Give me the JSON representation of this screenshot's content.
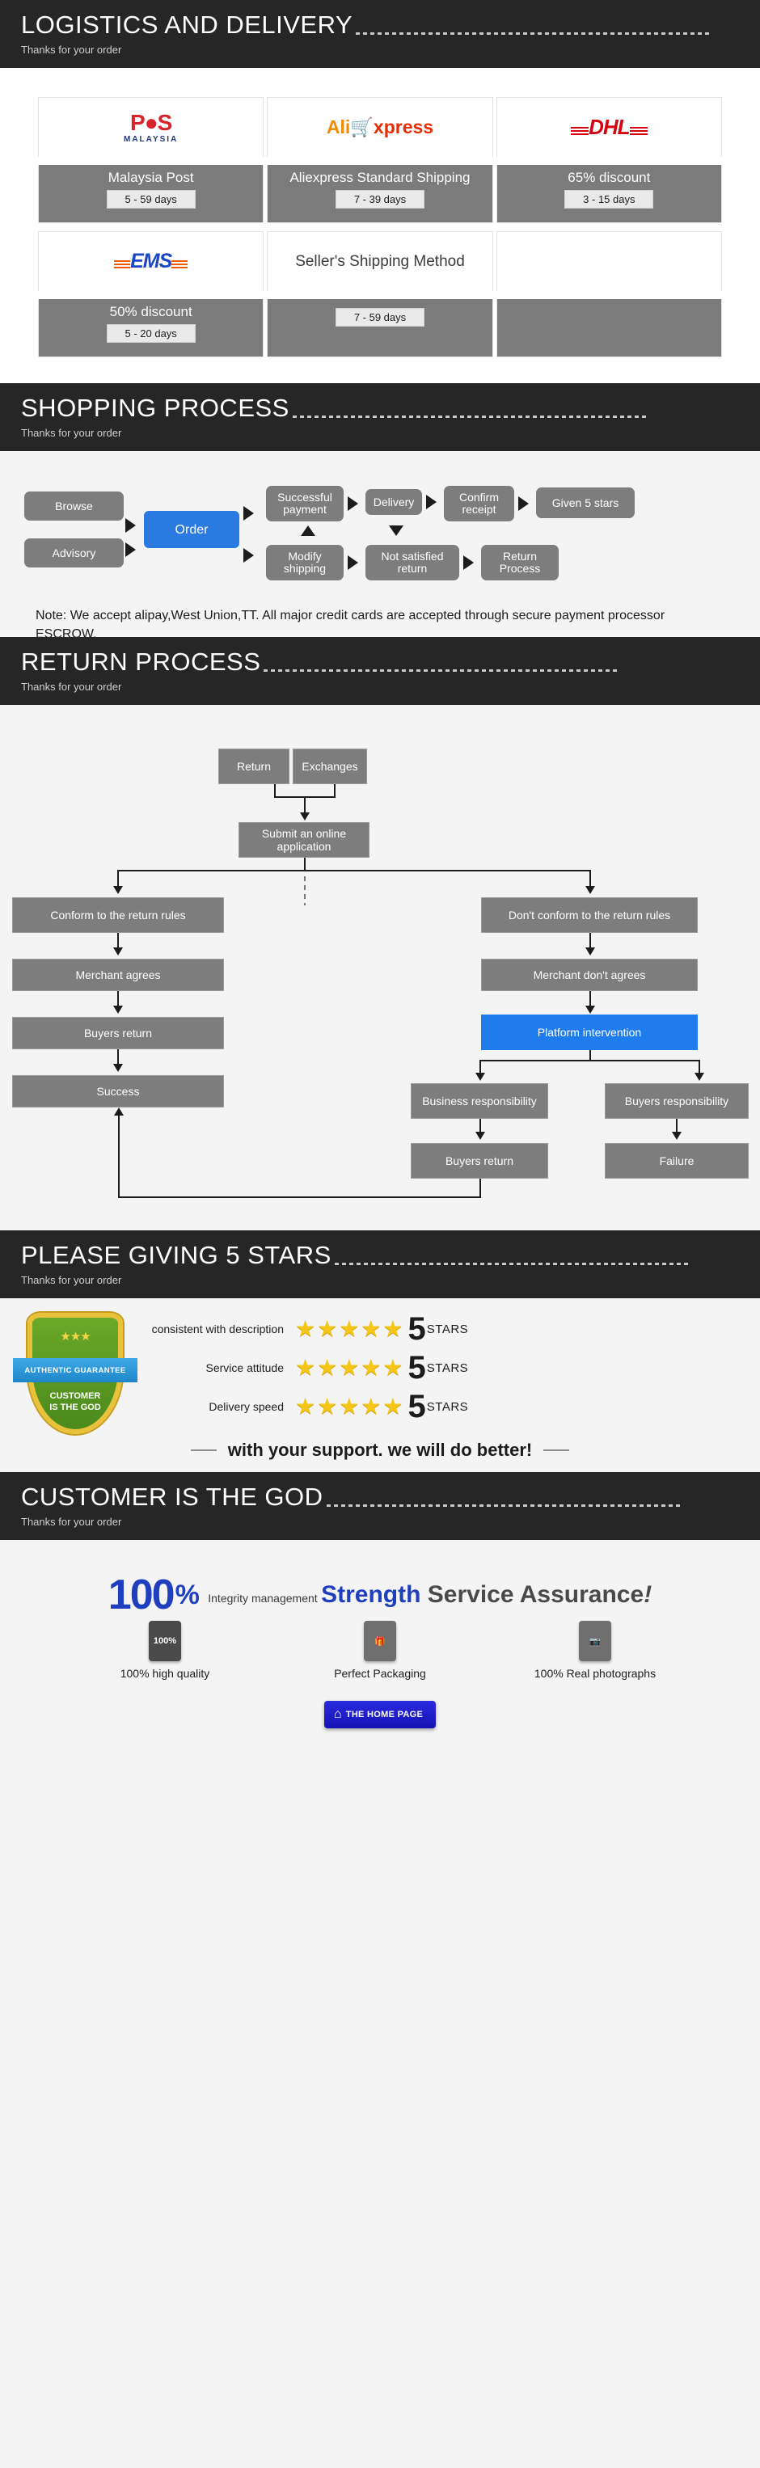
{
  "sections": {
    "logistics": {
      "title": "LOGISTICS AND DELIVERY",
      "subtitle": "Thanks for your order"
    },
    "shopping": {
      "title": "SHOPPING PROCESS",
      "subtitle": "Thanks for your order"
    },
    "returns": {
      "title": "RETURN PROCESS",
      "subtitle": "Thanks for your order"
    },
    "stars": {
      "title": "PLEASE GIVING 5 STARS",
      "subtitle": "Thanks for your order"
    },
    "customer": {
      "title": "CUSTOMER IS THE GOD",
      "subtitle": "Thanks for your order"
    }
  },
  "logistics_table": {
    "rows": [
      [
        {
          "logo": "pos-malaysia-logo",
          "logo_text": "POS",
          "logo_sub": "MALAYSIA",
          "name": "Malaysia Post",
          "days": "5 - 59 days"
        },
        {
          "logo": "aliexpress-logo",
          "logo_text": "AliExpress",
          "name": "Aliexpress Standard Shipping",
          "days": "7 - 39 days"
        },
        {
          "logo": "dhl-logo",
          "logo_text": "DHL",
          "name": "65% discount",
          "days": "3 - 15 days"
        }
      ],
      [
        {
          "logo": "ems-logo",
          "logo_text": "EMS",
          "name": "50% discount",
          "days": "5 - 20 days"
        },
        {
          "logo": "sellers-shipping-method-text",
          "logo_text": "Seller's Shipping Method",
          "name": "",
          "days": "7 - 59 days"
        },
        {
          "logo": "",
          "logo_text": "",
          "name": "",
          "days": ""
        }
      ]
    ]
  },
  "shopping_flow": {
    "nodes": {
      "browse": "Browse",
      "advisory": "Advisory",
      "order": "Order",
      "successful_payment": "Successful payment",
      "delivery": "Delivery",
      "confirm_receipt": "Confirm receipt",
      "given_5_stars": "Given 5 stars",
      "modify_shipping": "Modify shipping",
      "not_satisfied_return": "Not satisfied return",
      "return_process": "Return Process"
    },
    "note": "Note: We accept alipay,West Union,TT. All major credit cards are accepted through secure payment processor ESCROW."
  },
  "return_flow": {
    "nodes": {
      "return": "Return",
      "exchanges": "Exchanges",
      "submit": "Submit an online application",
      "conform": "Conform to the return rules",
      "dont_conform": "Don't conform to the return rules",
      "merchant_agrees": "Merchant agrees",
      "merchant_dont_agrees": "Merchant don't agrees",
      "buyers_return_left": "Buyers return",
      "platform_intervention": "Platform intervention",
      "success": "Success",
      "business_responsibility": "Business responsibility",
      "buyers_responsibility": "Buyers responsibility",
      "buyers_return_right": "Buyers return",
      "failure": "Failure"
    }
  },
  "ratings": {
    "badge": {
      "ribbon": "AUTHENTIC GUARANTEE",
      "line1": "CUSTOMER",
      "line2": "IS THE GOD"
    },
    "rows": [
      {
        "label": "consistent with description",
        "stars": "★★★★★",
        "number": "5",
        "unit": "STARS"
      },
      {
        "label": "Service attitude",
        "stars": "★★★★★",
        "number": "5",
        "unit": "STARS"
      },
      {
        "label": "Delivery speed",
        "stars": "★★★★★",
        "number": "5",
        "unit": "STARS"
      }
    ],
    "support_text": "with your support. we will do better!"
  },
  "promise": {
    "hundred": "100",
    "percent": "%",
    "integrity": "Integrity management",
    "strength": "Strength",
    "service_assurance": "Service Assurance",
    "bang": "!",
    "features": [
      {
        "icon": "percent-badge-icon",
        "icon_text": "100%",
        "label": "100% high quality"
      },
      {
        "icon": "gift-box-icon",
        "icon_text": "🎁",
        "label": "Perfect Packaging"
      },
      {
        "icon": "camera-icon",
        "icon_text": "📷",
        "label": "100% Real photographs"
      }
    ],
    "home_button": {
      "icon": "home-icon",
      "icon_glyph": "⌂",
      "label": "THE HOME PAGE"
    }
  },
  "colors": {
    "band": "#262626",
    "node_gray": "#7d7d7d",
    "accent_blue": "#2a7ae2",
    "star_gold": "#f5c518"
  }
}
